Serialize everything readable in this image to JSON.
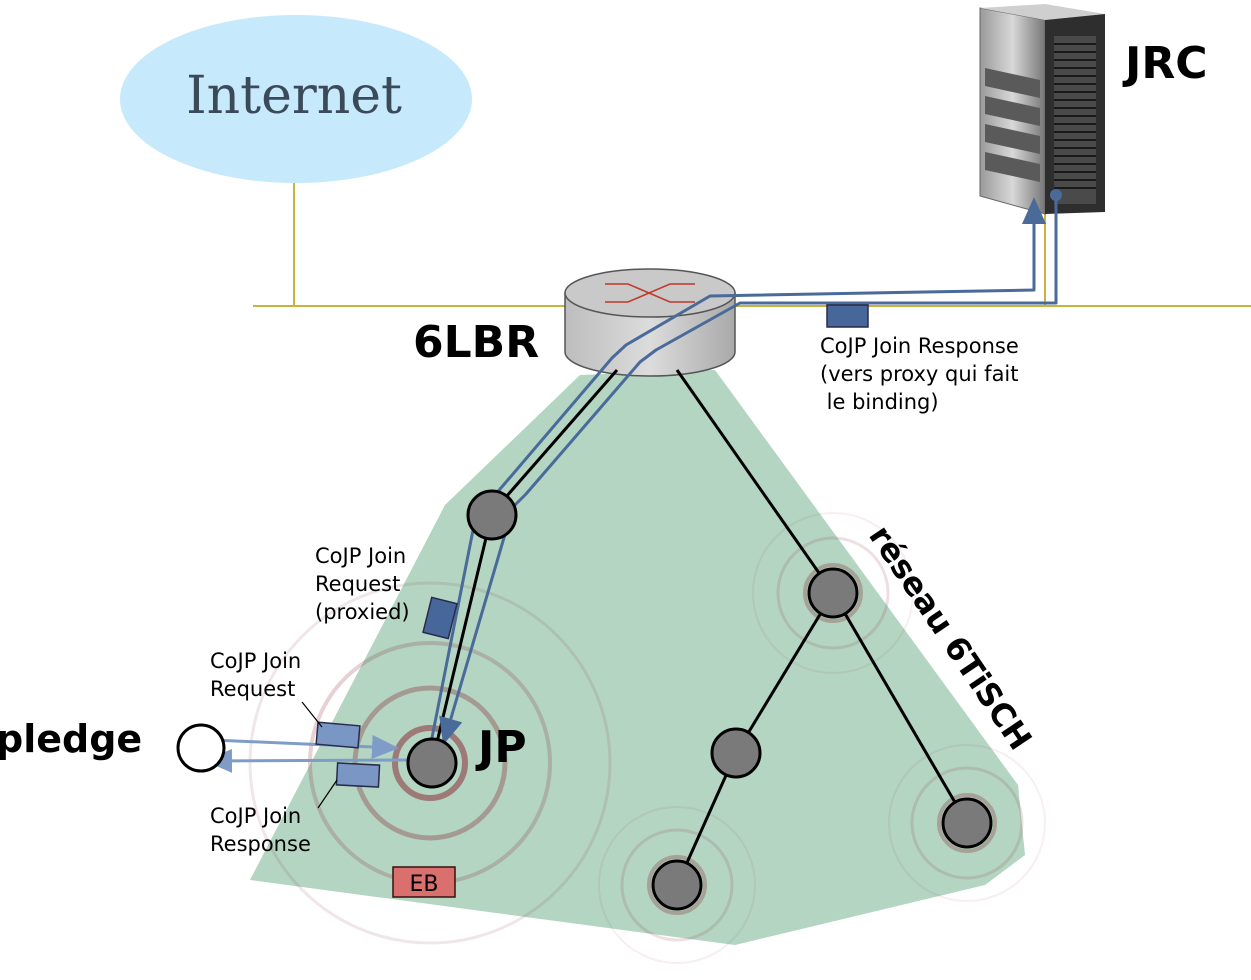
{
  "labels": {
    "internet": "Internet",
    "jrc": "JRC",
    "lbr": "6LBR",
    "jp": "JP",
    "pledge": "pledge",
    "network": "réseau 6TiSCH",
    "eb": "EB"
  },
  "annotations": {
    "response_top": [
      "CoJP Join Response",
      "(vers proxy qui fait",
      " le binding)"
    ],
    "request_proxied": [
      "CoJP Join",
      "Request",
      "(proxied)"
    ],
    "request": [
      "CoJP Join",
      "Request"
    ],
    "response_bottom": [
      "CoJP Join",
      "Response"
    ]
  },
  "colors": {
    "internet_cloud": "#c6e9fb",
    "network_area": "#b3d5c1",
    "node": "#7a7a7a",
    "flow_arrow": "#4a6a9a",
    "ethernet": "#c8b43a",
    "message_box": "#47669a",
    "eb_box": "#d9706e",
    "radio_wave": "#8b2f3a"
  }
}
